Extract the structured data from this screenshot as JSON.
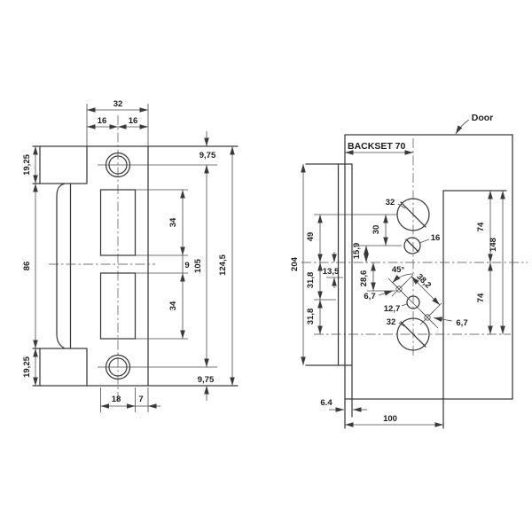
{
  "drawing": {
    "background": "#ffffff",
    "line_color": "#3a3a3a",
    "text_color": "#1d1d1d"
  },
  "left": {
    "name": "strike plate view",
    "dims": {
      "w32": "32",
      "w16l": "16",
      "w16r": "16",
      "e975t": "9,75",
      "f1925t": "19,25",
      "h86": "86",
      "f1925b": "19,25",
      "c34u": "34",
      "gap9": "9",
      "c34l": "34",
      "s105": "105",
      "h1245": "124,5",
      "e975b": "9,75",
      "b18": "18",
      "b7": "7"
    }
  },
  "right": {
    "name": "door edge view",
    "door_label": "Door",
    "backset_label": "BACKSET 70",
    "dims": {
      "d32t": "32",
      "d16": "16",
      "v30": "30",
      "v49": "49",
      "v204": "204",
      "v159": "15,9",
      "v135": "13,5",
      "v286": "28,6",
      "v318a": "31,8",
      "v318b": "31,8",
      "a45": "45°",
      "d382": "38,2",
      "d67a": "6,7",
      "d67b": "6,7",
      "d127": "12,7",
      "d32b": "32",
      "v74a": "74",
      "v148": "148",
      "v74b": "74",
      "t64": "6.4",
      "h100": "100"
    }
  }
}
